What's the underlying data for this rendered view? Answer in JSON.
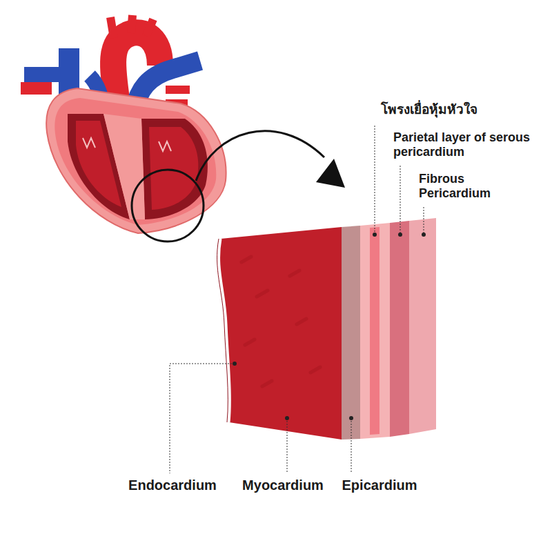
{
  "diagram": {
    "labels": [
      "โพรงเยื่อหุ้มหัวใจ",
      "Parietal layer of serous pericardium",
      "Fibrous Pericardium",
      "Endocardium",
      "Myocardium",
      "Epicardium"
    ]
  }
}
